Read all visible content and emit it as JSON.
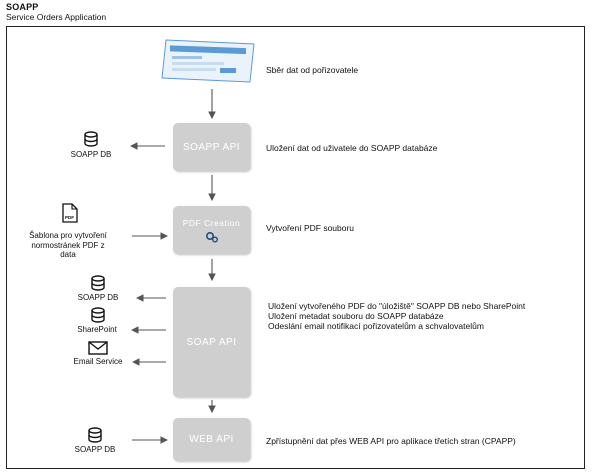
{
  "header": {
    "title": "SOAPP",
    "subtitle": "Service Orders Application"
  },
  "steps": {
    "collect_desc": "Sběr dat od pořizovatele",
    "soapp_api_label": "SOAPP API",
    "soapp_api_desc": "Uložení dat od uživatele do SOAPP databáze",
    "pdf_label": "PDF Creation",
    "pdf_desc": "Vytvoření PDF souboru",
    "soap_api_label": "SOAP API",
    "soap_api_desc_1": "Uložení vytvořeného PDF do \"úložiště\" SOAPP DB nebo SharePoint",
    "soap_api_desc_2": "Uložení metadat souboru do SOAPP databáze",
    "soap_api_desc_3": "Odeslání email notifikací pořizovatelům a schvalovatelům",
    "web_api_label": "WEB API",
    "web_api_desc": "Zpřístupnění dat přes WEB API pro aplikace třetích stran (CPAPP)"
  },
  "nodes": {
    "soapp_db_1": "SOAPP DB",
    "template_line_1": "Šablona pro vytvoření",
    "template_line_2": "normostránek PDF z",
    "template_line_3": "data",
    "pdf_file_icon_text": "PDF",
    "soapp_db_2": "SOAPP DB",
    "sharepoint": "SharePoint",
    "email_service": "Email Service",
    "soapp_db_3": "SOAPP DB"
  },
  "colors": {
    "box_fill": "#cfcfcf",
    "arrow": "#555555",
    "screenshot_blue": "#5b9bd5"
  }
}
